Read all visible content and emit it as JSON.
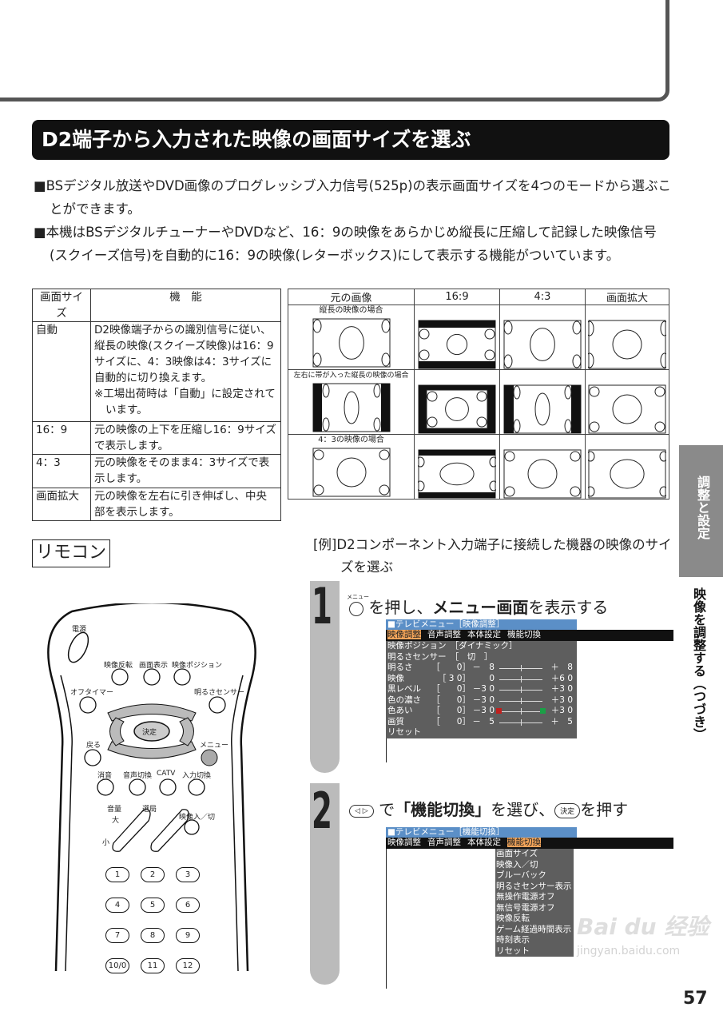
{
  "title": "D2端子から入力された映像の画面サイズを選ぶ",
  "bullets": [
    "■BSデジタル放送やDVD画像のプログレッシブ入力信号(525p)の表示画面サイズを4つのモードから選ぶことができます。",
    "■本機はBSデジタルチューナーやDVDなど、16：9の映像をあらかじめ縦長に圧縮して記録した映像信号(スクイーズ信号)を自動的に16：9の映像(レターボックス)にして表示する機能がついています。"
  ],
  "size_table": {
    "headers": [
      "画面サイズ",
      "機　能"
    ],
    "rows": [
      {
        "mode": "自動",
        "desc": "D2映像端子からの識別信号に従い、縦長の映像(スクイーズ映像)は16：9サイズに、4：3映像は4：3サイズに自動的に切り換えます。",
        "note": "※工場出荷時は「自動」に設定されています。"
      },
      {
        "mode": "16：9",
        "desc": "元の映像の上下を圧縮し16：9サイズで表示します。"
      },
      {
        "mode": "4：3",
        "desc": "元の映像をそのまま4：3サイズで表示します。"
      },
      {
        "mode": "画面拡大",
        "desc": "元の映像を左右に引き伸ばし、中央部を表示します。"
      }
    ]
  },
  "image_table": {
    "headers": [
      "元の画像",
      "16:9",
      "4:3",
      "画面拡大"
    ],
    "row_captions": [
      "縦長の映像の場合",
      "左右に帯が入った縦長の映像の場合",
      "4：3の映像の場合"
    ]
  },
  "side": {
    "tab": "調整と設定",
    "section": "映像を調整する（つづき）"
  },
  "remote_label": "リモコン",
  "example": "[例]D2コンポーネント入力端子に接続した機器の映像のサイズを選ぶ",
  "remote": {
    "power": "電源",
    "row1": [
      "映像反転",
      "画面表示",
      "映像ポジション"
    ],
    "off_timer": "オフタイマー",
    "brightness_sensor": "明るさセンサー",
    "enter": "決定",
    "back": "戻る",
    "menu": "メニュー",
    "row2": [
      "消音",
      "音声切換",
      "CATV",
      "入力切換"
    ],
    "volume": "音量",
    "vol_up": "大",
    "vol_down": "小",
    "channel": "選局",
    "video_onoff": "映像入／切",
    "numbers": [
      "1",
      "2",
      "3",
      "4",
      "5",
      "6",
      "7",
      "8",
      "9",
      "10/0",
      "11",
      "12"
    ]
  },
  "step1": {
    "num": "1",
    "btn_label": "メニュー",
    "text_pre": "を押し、",
    "text_bold": "メニュー画面",
    "text_post": "を表示する"
  },
  "step2": {
    "num": "2",
    "text_pre": "で",
    "text_bold": "「機能切換」",
    "text_mid": "を選び、",
    "btn": "決定",
    "text_post": "を押す"
  },
  "screen1": {
    "title": "■テレビメニュー［映像調整］",
    "menu": [
      "映像調整",
      "音声調整",
      "本体設定",
      "機能切換"
    ],
    "selected": 0,
    "lines": [
      "映像ポジション　［ダイナミック］",
      "明るさセンサー　［　切　］"
    ],
    "rows": [
      {
        "label": "明るさ",
        "value": "［　　0］",
        "min": "－　8",
        "max": "＋　8"
      },
      {
        "label": "映像",
        "value": "［ 3 0］",
        "min": "0",
        "max": "＋6 0"
      },
      {
        "label": "黒レベル",
        "value": "［　　0］",
        "min": "－3 0",
        "max": "＋3 0"
      },
      {
        "label": "色の濃さ",
        "value": "［　　0］",
        "min": "－3 0",
        "max": "＋3 0"
      },
      {
        "label": "色あい",
        "value": "［　　0］",
        "min": "－3 0",
        "max": "＋3 0"
      },
      {
        "label": "画質",
        "value": "［　　0］",
        "min": "－　5",
        "max": "＋　5"
      }
    ],
    "reset": "リセット",
    "colors": {
      "title_bar": "#5b8fc7",
      "selected": "#f4a55a",
      "tint_min": "#c0201e",
      "tint_max": "#1aa046"
    }
  },
  "screen2": {
    "title": "■テレビメニュー［機能切換］",
    "menu": [
      "映像調整",
      "音声調整",
      "本体設定",
      "機能切換"
    ],
    "selected": 3,
    "items": [
      "画面サイズ",
      "映像入／切",
      "ブルーバック",
      "明るさセンサー表示",
      "無操作電源オフ",
      "無信号電源オフ",
      "映像反転",
      "ゲーム経過時間表示",
      "時刻表示",
      "リセット"
    ]
  },
  "page_number": "57",
  "watermark": {
    "logo": "Baidu经验",
    "url": "jingyan.baidu.com"
  }
}
